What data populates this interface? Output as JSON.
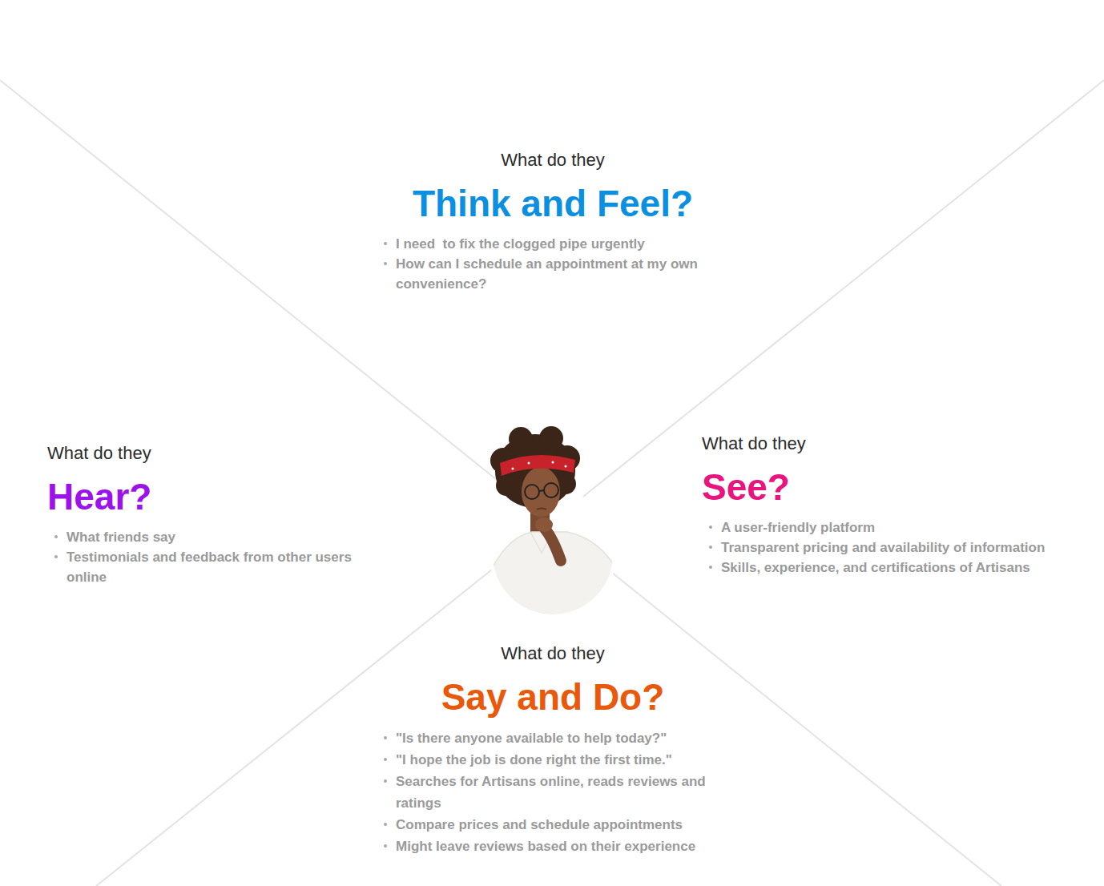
{
  "diagram": {
    "nodes": [
      {
        "text": [
          "What do they",
          "Think and Feel?",
          "I need  to fix the clogged pipe urgently",
          "How can I schedule an appointment at my own convenience?"
        ]
      },
      {
        "text": [
          "What do they",
          "Hear?",
          "What friends say",
          "Testimonials and feedback from other users online"
        ]
      },
      {
        "text": [
          "What do they",
          "See?",
          "A user-friendly platform",
          "Transparent pricing and availability of information",
          "Skills, experience, and certifications of Artisans"
        ]
      },
      {
        "text": [
          "What do they",
          "Say and Do?",
          "\"Is there anyone available to help today?\"",
          "\"I hope the job is done right the first time.\"",
          "Searches for Artisans online, reads reviews and ratings",
          "Compare prices and schedule appointments",
          "Might leave reviews based on their experience"
        ]
      }
    ]
  }
}
